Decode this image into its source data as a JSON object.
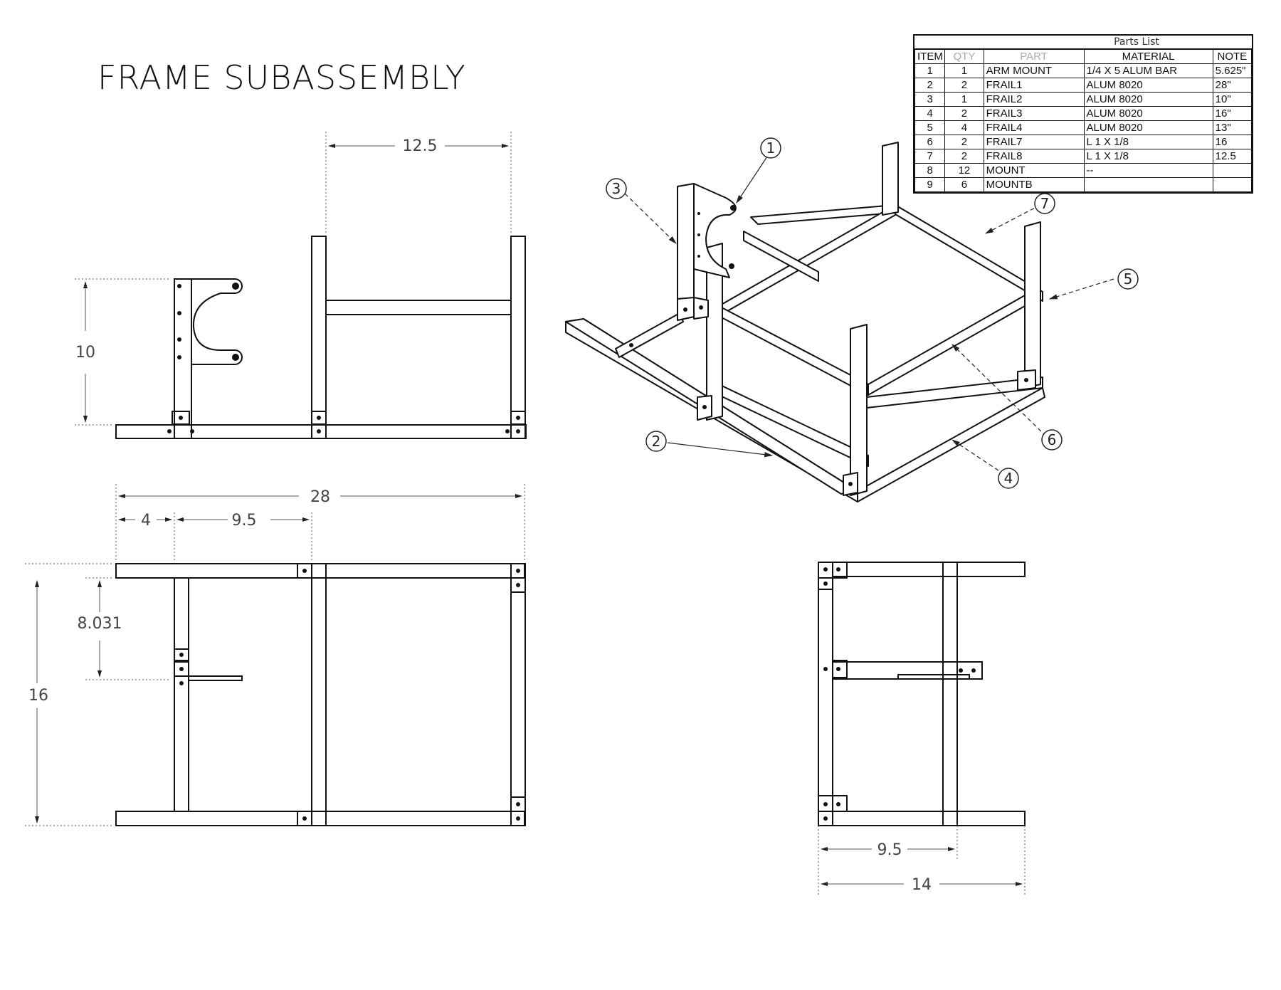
{
  "title": "FRAME SUBASSEMBLY",
  "parts_list": {
    "caption": "Parts List",
    "headers": [
      "ITEM",
      "QTY",
      "PART",
      "MATERIAL",
      "NOTE"
    ],
    "rows": [
      [
        "1",
        "1",
        "ARM MOUNT",
        "1/4 X 5 ALUM BAR",
        "5.625\""
      ],
      [
        "2",
        "2",
        "FRAIL1",
        "ALUM 8020",
        "28\""
      ],
      [
        "3",
        "1",
        "FRAIL2",
        "ALUM 8020",
        "10\""
      ],
      [
        "4",
        "2",
        "FRAIL3",
        "ALUM 8020",
        "16\""
      ],
      [
        "5",
        "4",
        "FRAIL4",
        "ALUM 8020",
        "13\""
      ],
      [
        "6",
        "2",
        "FRAIL7",
        "L 1 X 1/8",
        "16"
      ],
      [
        "7",
        "2",
        "FRAIL8",
        "L 1 X 1/8",
        "12.5"
      ],
      [
        "8",
        "12",
        "MOUNT",
        "--",
        ""
      ],
      [
        "9",
        "6",
        "MOUNTB",
        "",
        ""
      ]
    ]
  },
  "dimensions": {
    "front_width": "12.5",
    "front_height": "10",
    "top_overall": "28",
    "top_offset": "4",
    "top_span": "9.5",
    "top_arm_offset": "8.031",
    "top_depth": "16",
    "side_span": "9.5",
    "side_overall": "14"
  },
  "balloons": [
    "1",
    "2",
    "3",
    "4",
    "5",
    "6",
    "7"
  ]
}
